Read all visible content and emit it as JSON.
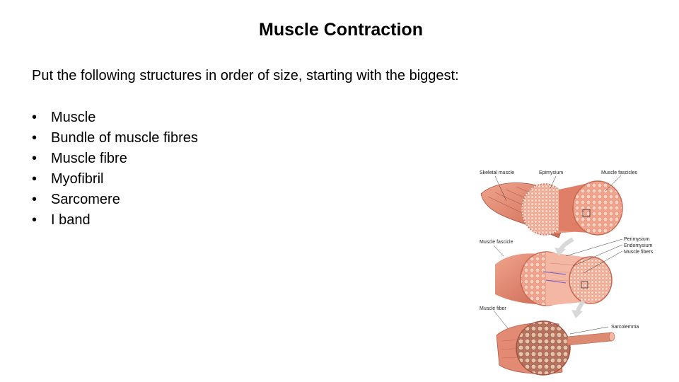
{
  "slide": {
    "title": "Muscle Contraction",
    "intro": "Put the following structures in order of size, starting with the biggest:",
    "bullet_glyph": "•",
    "items": [
      "Muscle",
      "Bundle of muscle fibres",
      "Muscle fibre",
      "Myofibril",
      "Sarcomere",
      "I band"
    ]
  },
  "figure": {
    "labels": {
      "skeletal_muscle": "Skeletal muscle",
      "epimysium": "Epimysium",
      "muscle_fascicles": "Muscle fascicles",
      "muscle_fascicle": "Muscle fascicle",
      "perimysium": "Perimysium",
      "endomysium": "Endomysium",
      "muscle_fibers": "Muscle fibers",
      "muscle_fiber": "Muscle fiber",
      "sarcolemma": "Sarcolemma"
    },
    "colors": {
      "muscle": "#e8917a",
      "muscle_dark": "#c9644f",
      "fibre_light": "#f6c9b8",
      "arrow": "#d8d8d8",
      "marker": "#6a5acd"
    }
  }
}
